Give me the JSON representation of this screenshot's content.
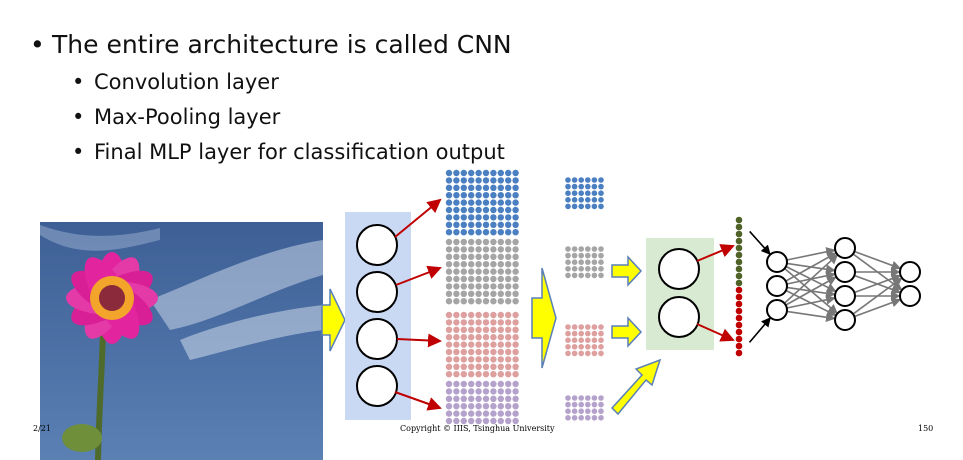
{
  "slide": {
    "bullets": [
      {
        "text": "The entire architecture is called CNN",
        "level": 1
      },
      {
        "text": "Convolution layer",
        "level": 2
      },
      {
        "text": "Max-Pooling layer",
        "level": 2
      },
      {
        "text": "Final MLP layer for classification output",
        "level": 2
      }
    ],
    "footer": {
      "page": "2/21",
      "copyright": "Copyright © IIIS, Tsinghua University",
      "number": "150"
    }
  },
  "colors": {
    "conv_box": "#c9d8f3",
    "mlp_box": "#d8ebd2",
    "arrow_fill": "#ffff00",
    "arrow_stroke": "#5a7fb8",
    "map_blue": "#4a7fc1",
    "map_gray": "#a5a5a5",
    "map_pink": "#de9f9f",
    "map_purple": "#b5a2cc",
    "red_arrow": "#c00000",
    "vec_green": "#4f6228",
    "vec_red": "#c00000"
  }
}
